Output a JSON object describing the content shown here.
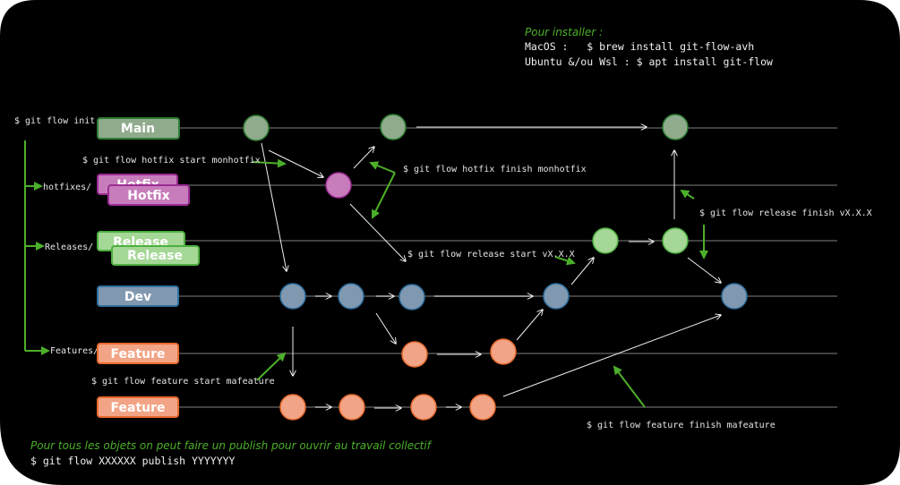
{
  "install": {
    "title": "Pour installer :",
    "macos": "MacOS :   $ brew install git-flow-avh",
    "ubuntu": "Ubuntu &/ou Wsl : $ apt install git-flow"
  },
  "commands": {
    "init": "$ git flow init",
    "hotfix_start": "$ git flow hotfix start monhotfix",
    "hotfix_finish": "$ git flow hotfix finish monhotfix",
    "release_start": "$ git flow release start vX.X.X",
    "release_finish": "$ git flow release finish vX.X.X",
    "feature_start": "$ git flow feature start mafeature",
    "feature_finish": "$ git flow feature finish mafeature"
  },
  "prefixes": {
    "hotfixes": "hotfixes/",
    "releases": "Releases/",
    "features": "Features/"
  },
  "branches": {
    "main": "Main",
    "hotfix": "Hotfix",
    "release": "Release",
    "dev": "Dev",
    "feature": "Feature"
  },
  "footer": {
    "note": "Pour tous les objets on peut faire un publish pour ouvrir au travail collectif",
    "command": "$ git flow XXXXXX publish YYYYYYY"
  },
  "colors": {
    "background": "#000000",
    "annotation_green": "#4caf2a",
    "main": "#8fab8c",
    "hotfix": "#c77dbb",
    "release": "#a5d796",
    "dev": "#8199b0",
    "feature": "#f2a486"
  }
}
